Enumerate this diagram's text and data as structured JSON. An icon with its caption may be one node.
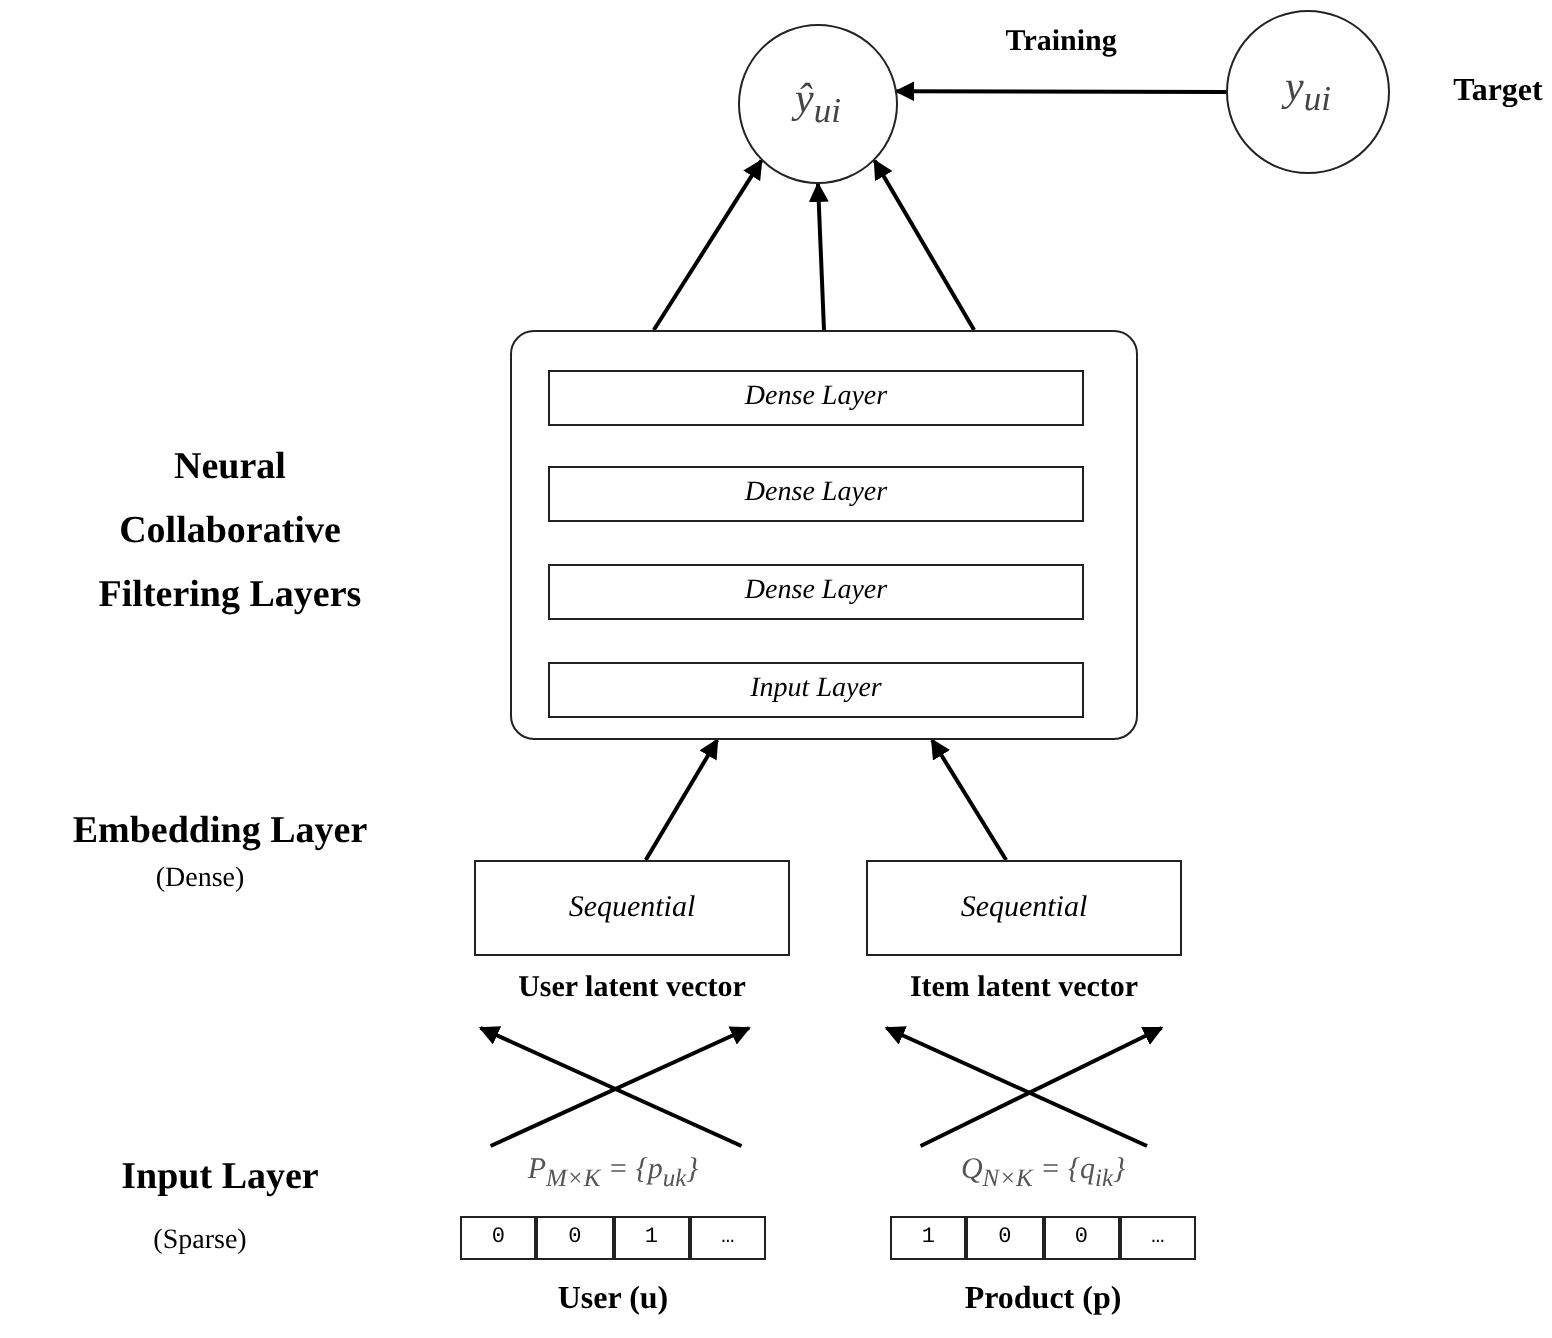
{
  "diagram": {
    "nodes": [
      {
        "text": [
          "ŷ$_{ui}$"
        ]
      },
      {
        "text": [
          "y$_{ui}$"
        ],
        "beside": [
          "Target"
        ]
      },
      {
        "text": [],
        "shape": "box"
      },
      {
        "text": [
          "Dense Layer"
        ],
        "in": 2
      },
      {
        "text": [
          "Dense Layer"
        ],
        "in": 2
      },
      {
        "text": [
          "Dense Layer"
        ],
        "in": 2
      },
      {
        "text": [
          "Input Layer"
        ],
        "in": 2
      },
      {
        "text": [
          "Sequential",
          "User latent vector"
        ]
      },
      {
        "text": [
          "Sequential",
          "Item latent vector"
        ]
      },
      {
        "text": [
          "P$_{M×K}$ = {p$_{uk}$}",
          "0",
          "0",
          "1",
          "…"
        ],
        "beside": [
          "User (u)"
        ]
      },
      {
        "text": [
          "Q$_{N×K}$ = {q$_{ik}$}",
          "1",
          "0",
          "0",
          "…"
        ],
        "beside": [
          "Product (p)"
        ]
      }
    ],
    "edges": [
      {
        "from": 2,
        "to": 0,
        "arrow": "to"
      },
      {
        "from": 2,
        "to": 0,
        "arrow": "to"
      },
      {
        "from": 2,
        "to": 0,
        "arrow": "to"
      },
      {
        "from": 1,
        "to": 0,
        "arrow": "to",
        "label": "Training"
      },
      {
        "from": 7,
        "to": 2,
        "arrow": "to"
      },
      {
        "from": 8,
        "to": 2,
        "arrow": "to"
      },
      {
        "from": 9,
        "to": 7,
        "arrow": "to"
      },
      {
        "from": 9,
        "to": 7,
        "arrow": "to"
      },
      {
        "from": 10,
        "to": 8,
        "arrow": "to"
      },
      {
        "from": 10,
        "to": 8,
        "arrow": "to"
      }
    ],
    "labels": [
      "Neural Collaborative Filtering Layers",
      "Embedding Layer",
      "(Dense)",
      "Input Layer",
      "(Sparse)"
    ]
  }
}
